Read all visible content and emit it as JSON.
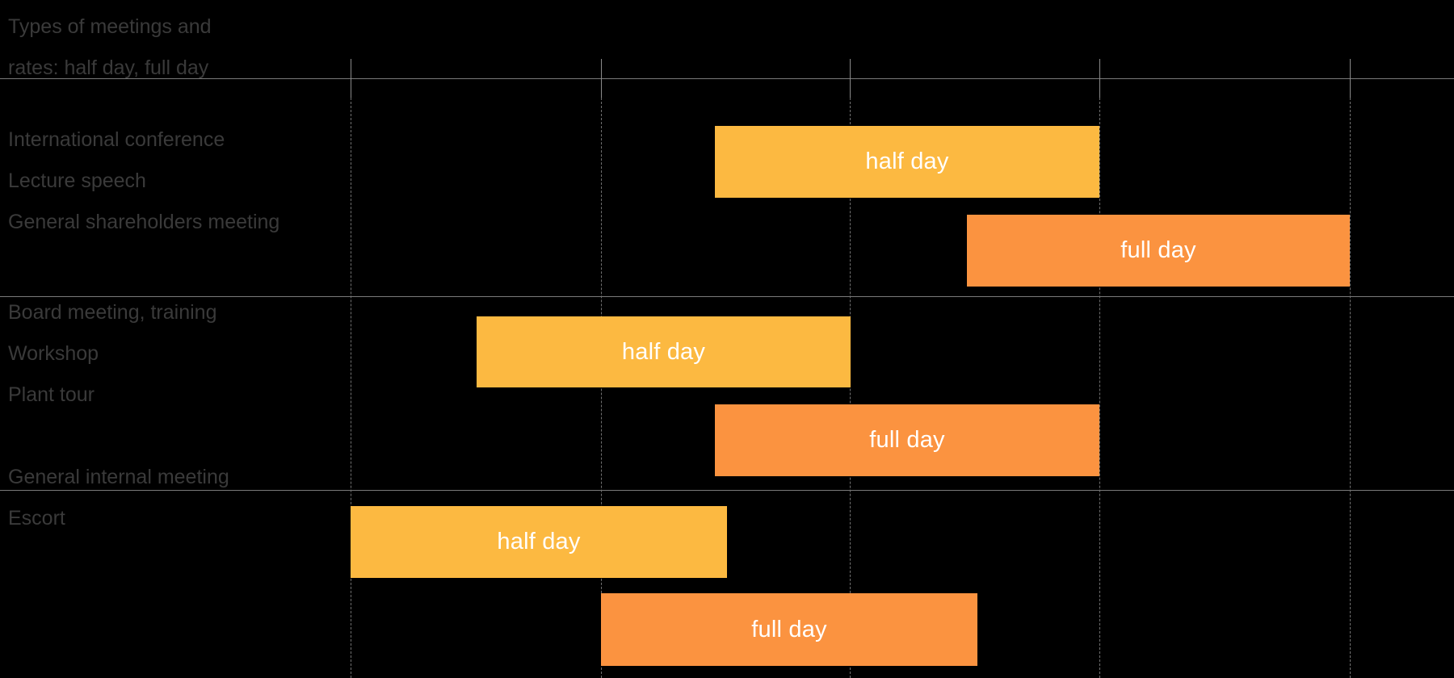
{
  "header": {
    "line1": "Types of meetings and",
    "line2": "rates: half day, full day"
  },
  "colors": {
    "half_day": "#fcb941",
    "full_day": "#fb9340",
    "background": "#000000",
    "label_text": "#3a3a3a",
    "bar_text": "#ffffff",
    "grid_solid": "#7a7a7a",
    "grid_dashed": "#707070"
  },
  "chart_data": {
    "type": "bar",
    "orientation": "horizontal",
    "title": "Types of meetings and rates: half day, full day",
    "xlabel": "",
    "ylabel": "",
    "grid": true,
    "legend": "none",
    "gridlines_x": [
      434,
      744,
      1052,
      1361,
      1671
    ],
    "series": [
      {
        "name": "half day",
        "color": "#fcb941"
      },
      {
        "name": "full day",
        "color": "#fb9340"
      }
    ],
    "groups": [
      {
        "id": "group-1",
        "labels": [
          "International conference",
          "Lecture speech",
          "General shareholders meeting"
        ],
        "bars": [
          {
            "label": "half day",
            "series": "half day",
            "start": 885,
            "end": 1361,
            "top": 156,
            "height": 89
          },
          {
            "label": "full day",
            "series": "full day",
            "start": 1197,
            "end": 1671,
            "top": 266,
            "height": 89
          }
        ]
      },
      {
        "id": "group-2",
        "labels": [
          "Board meeting, training",
          "Workshop",
          "Plant tour"
        ],
        "bars": [
          {
            "label": "half day",
            "series": "half day",
            "start": 590,
            "end": 1053,
            "top": 392,
            "height": 88
          },
          {
            "label": "full day",
            "series": "full day",
            "start": 885,
            "end": 1361,
            "top": 501,
            "height": 89
          }
        ]
      },
      {
        "id": "group-3",
        "labels": [
          "General internal meeting",
          "Escort"
        ],
        "bars": [
          {
            "label": "half day",
            "series": "half day",
            "start": 434,
            "end": 900,
            "top": 627,
            "height": 89
          },
          {
            "label": "full day",
            "series": "full day",
            "start": 744,
            "end": 1210,
            "top": 735,
            "height": 90
          }
        ]
      }
    ]
  },
  "groups": [
    {
      "label_1": "International conference",
      "label_2": "Lecture speech",
      "label_3": "General shareholders meeting",
      "bar_1": "half day",
      "bar_2": "full day"
    },
    {
      "label_1": "Board meeting, training",
      "label_2": "Workshop",
      "label_3": "Plant tour",
      "bar_1": "half day",
      "bar_2": "full day"
    },
    {
      "label_1": "General internal meeting",
      "label_2": "Escort",
      "bar_1": "half day",
      "bar_2": "full day"
    }
  ]
}
